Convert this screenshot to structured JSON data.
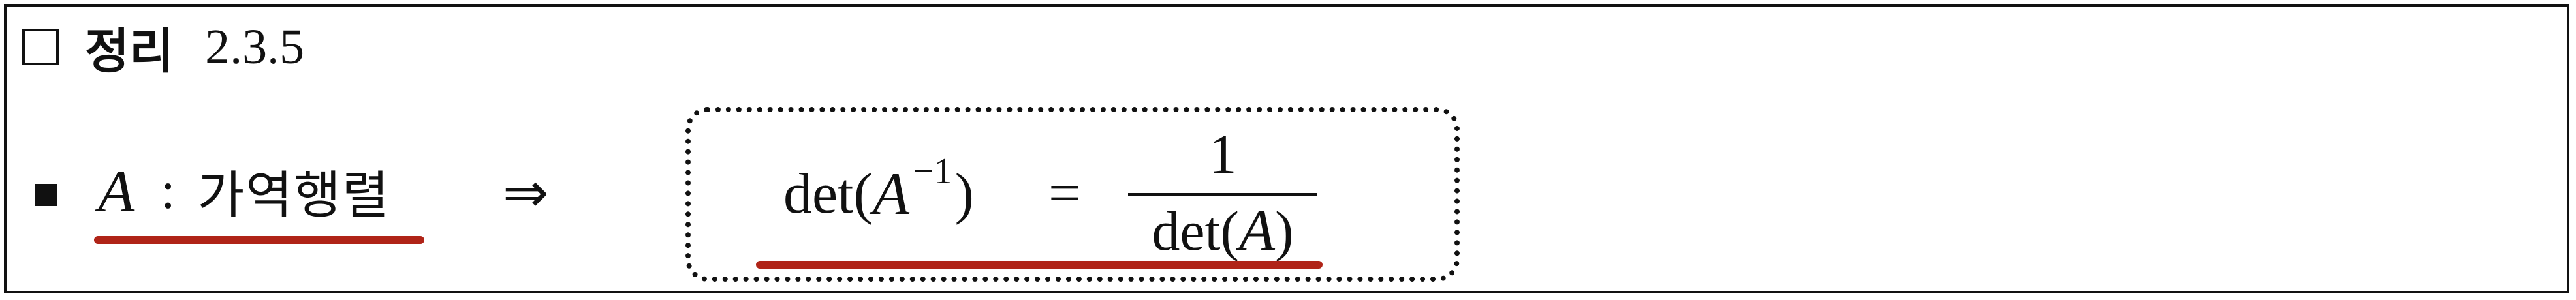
{
  "theorem": {
    "label": "정리",
    "number": "2.3.5"
  },
  "statement": {
    "variable": "A",
    "colon": ":",
    "condition": "가역행렬",
    "implies": "⇒"
  },
  "formula": {
    "lhs_func": "det(",
    "lhs_var": "A",
    "lhs_exp": "−1",
    "lhs_close": ")",
    "equals": "=",
    "numerator": "1",
    "den_func": "det(",
    "den_var": "A",
    "den_close": ")"
  },
  "colors": {
    "ink": "#111111",
    "highlight_underline": "#b02418"
  },
  "icons": {
    "title_marker": "empty-square-icon",
    "bullet": "filled-square-bullet-icon"
  }
}
